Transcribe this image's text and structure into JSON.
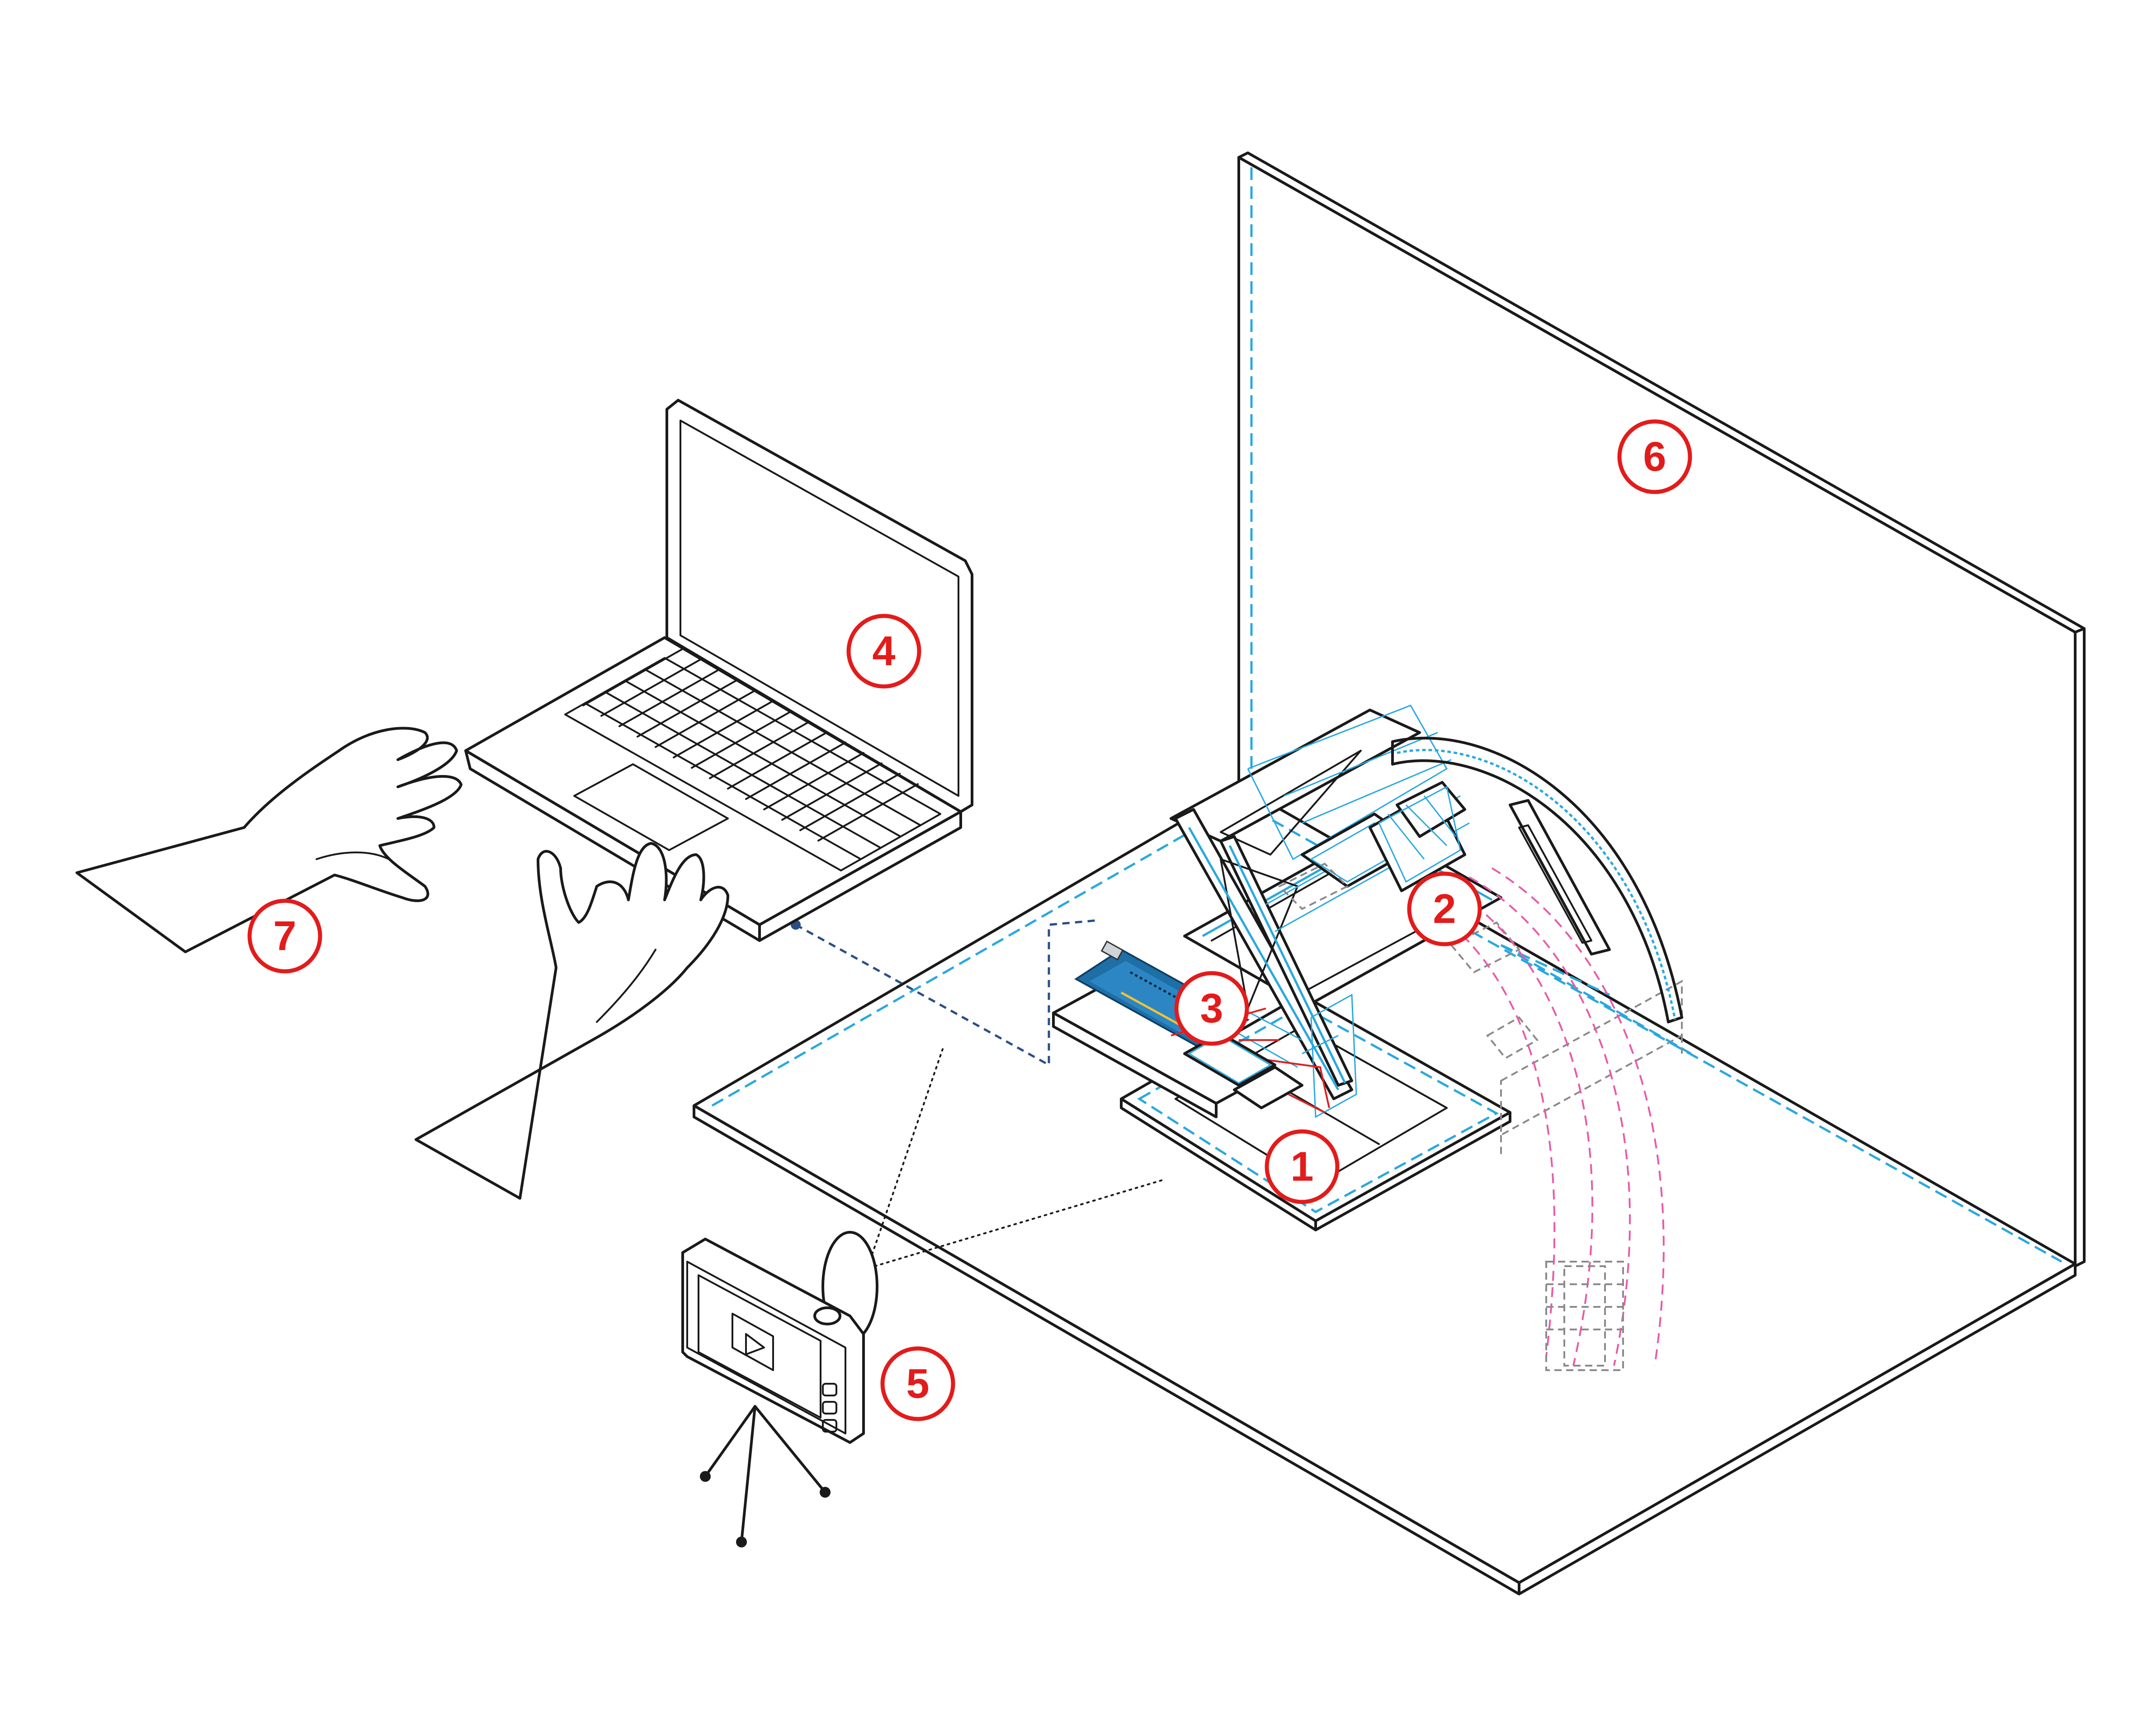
{
  "callouts": [
    {
      "id": "1",
      "label": "1"
    },
    {
      "id": "2",
      "label": "2"
    },
    {
      "id": "3",
      "label": "3"
    },
    {
      "id": "4",
      "label": "4"
    },
    {
      "id": "5",
      "label": "5"
    },
    {
      "id": "6",
      "label": "6"
    },
    {
      "id": "7",
      "label": "7"
    }
  ],
  "colors": {
    "callout": "#e31b1b",
    "line": "#1a1a1a",
    "mechanism": "#29a8e0",
    "arc_path": "#e85aa8",
    "usb_cable": "#2a4f86",
    "board": "#1e6fa6"
  },
  "icons": {
    "camera_screen": "play-icon"
  }
}
